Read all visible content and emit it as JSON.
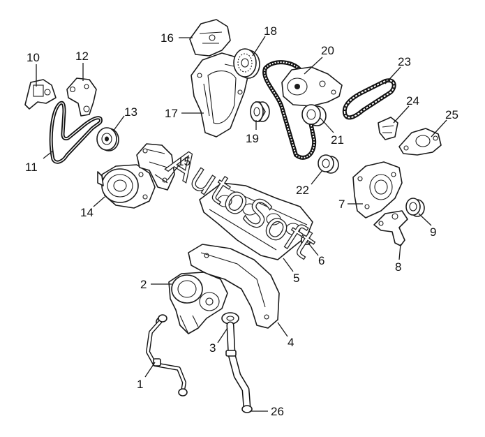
{
  "diagram": {
    "watermark": "AutoSoft",
    "callouts": [
      {
        "id": "p1",
        "label": "1"
      },
      {
        "id": "p2",
        "label": "2"
      },
      {
        "id": "p3",
        "label": "3"
      },
      {
        "id": "p4",
        "label": "4"
      },
      {
        "id": "p5",
        "label": "5"
      },
      {
        "id": "p6",
        "label": "6"
      },
      {
        "id": "p7",
        "label": "7"
      },
      {
        "id": "p8",
        "label": "8"
      },
      {
        "id": "p9",
        "label": "9"
      },
      {
        "id": "p10",
        "label": "10"
      },
      {
        "id": "p11",
        "label": "11"
      },
      {
        "id": "p12",
        "label": "12"
      },
      {
        "id": "p13",
        "label": "13"
      },
      {
        "id": "p14",
        "label": "14"
      },
      {
        "id": "p15",
        "label": "15"
      },
      {
        "id": "p16",
        "label": "16"
      },
      {
        "id": "p17",
        "label": "17"
      },
      {
        "id": "p18",
        "label": "18"
      },
      {
        "id": "p19",
        "label": "19"
      },
      {
        "id": "p20",
        "label": "20"
      },
      {
        "id": "p21",
        "label": "21"
      },
      {
        "id": "p22",
        "label": "22"
      },
      {
        "id": "p23",
        "label": "23"
      },
      {
        "id": "p24",
        "label": "24"
      },
      {
        "id": "p25",
        "label": "25"
      },
      {
        "id": "p26",
        "label": "26"
      }
    ]
  }
}
